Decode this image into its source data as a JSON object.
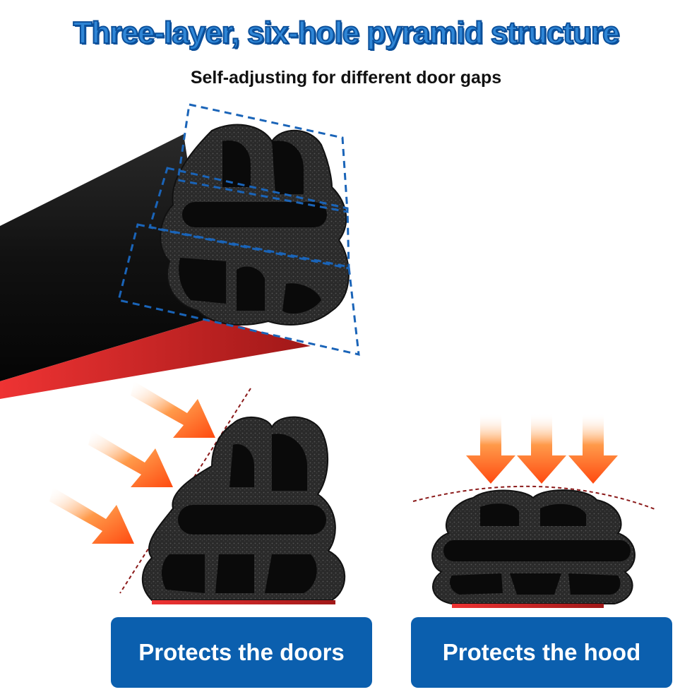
{
  "header": {
    "title": "Three-layer, six-hole pyramid structure",
    "subtitle": "Self-adjusting for different door gaps"
  },
  "labels": {
    "doors": "Protects the doors",
    "hood": "Protects the hood"
  },
  "colors": {
    "title_blue": "#2f86d6",
    "label_blue": "#0b5fae",
    "arrow_orange": "#ff5a1a",
    "seal_black": "#141414",
    "tape_red": "#c0262a"
  }
}
